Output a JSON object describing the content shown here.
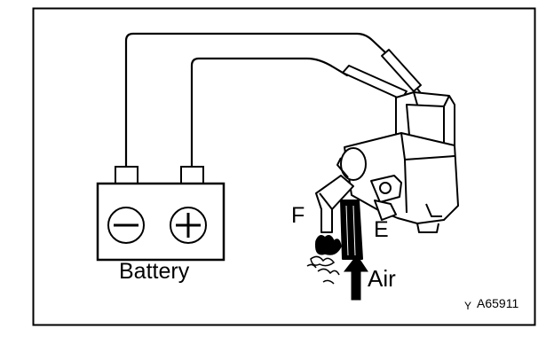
{
  "labels": {
    "battery": "Battery",
    "terminal_f": "F",
    "terminal_e": "E",
    "air": "Air",
    "figure_id": "A65911",
    "figure_mark": "Y"
  },
  "colors": {
    "line": "#000000",
    "background": "#ffffff"
  },
  "icons": [
    "minus-icon",
    "plus-icon",
    "air-arrow-icon",
    "air-spray-icon"
  ]
}
